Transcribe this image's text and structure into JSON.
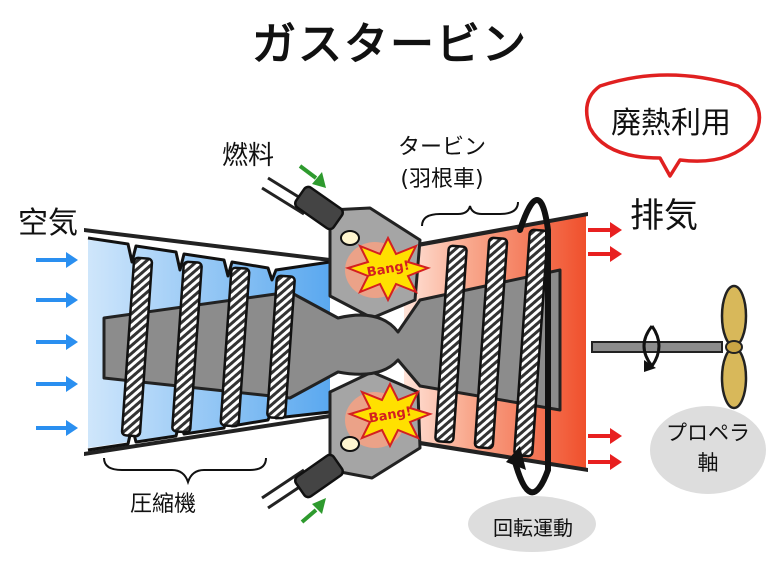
{
  "title": "ガスタービン",
  "labels": {
    "air": "空気",
    "fuel": "燃料",
    "turbine_line1": "タービン",
    "turbine_line2": "(羽根車)",
    "exhaust": "排気",
    "waste_heat": "廃熱利用",
    "compressor": "圧縮機",
    "rotation": "回転運動",
    "propeller_line1": "プロペラ",
    "propeller_line2": "軸",
    "bang": "Bang!"
  },
  "colors": {
    "air_arrow": "#2a8ff0",
    "fuel_arrow": "#2e9a2e",
    "exhaust_arrow": "#e82020",
    "cold_section": "#9ccaf6",
    "hot_section": "#f46a46",
    "shaft": "#8c8c8c",
    "bang_fill": "#ffe000",
    "waste_heat_outline": "#e02020",
    "propeller": "#d8b85a"
  }
}
